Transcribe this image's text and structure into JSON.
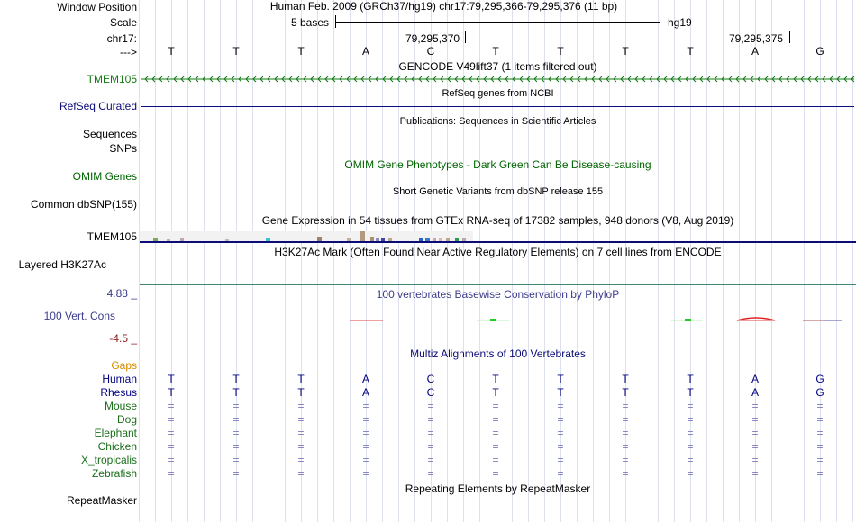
{
  "labels": {
    "window_position": "Window Position",
    "scale": "Scale",
    "chr": "chr17:",
    "arrow": "--->",
    "tmem105": "TMEM105",
    "refseq": "RefSeq Curated",
    "sequences": "Sequences",
    "snps": "SNPs",
    "omim": "OMIM Genes",
    "dbsnp": "Common dbSNP(155)",
    "tmem105_expr": "TMEM105",
    "h3k27ac": "Layered H3K27Ac",
    "cons_max": "4.88 _",
    "cons": "100 Vert. Cons",
    "cons_min": "-4.5 _",
    "gaps": "Gaps",
    "species": [
      "Human",
      "Rhesus",
      "Mouse",
      "Dog",
      "Elephant",
      "Chicken",
      "X_tropicalis",
      "Zebrafish"
    ],
    "repeatmasker": "RepeatMasker"
  },
  "header": {
    "position": "Human Feb. 2009 (GRCh37/hg19)   chr17:79,295,366-79,295,376 (11 bp)",
    "scale_text": "5 bases",
    "assembly": "hg19",
    "coord1": "79,295,370",
    "coord2": "79,295,375"
  },
  "sequence": [
    "T",
    "T",
    "T",
    "A",
    "C",
    "T",
    "T",
    "T",
    "T",
    "A",
    "G"
  ],
  "tracks": {
    "gencode": "GENCODE V49lift37 (1 items filtered out)",
    "refseq": "RefSeq genes from NCBI",
    "publications": "Publications: Sequences in Scientific Articles",
    "omim": "OMIM Gene Phenotypes - Dark Green Can Be Disease-causing",
    "dbsnp": "Short Genetic Variants from dbSNP release 155",
    "gtex": "Gene Expression in 54 tissues from GTEx RNA-seq of 17382 samples, 948 donors (V8, Aug 2019)",
    "h3k27ac": "H3K27Ac Mark (Often Found Near Active Regulatory Elements) on 7 cell lines from ENCODE",
    "phylop": "100 vertebrates Basewise Conservation by PhyloP",
    "multiz": "Multiz Alignments of 100 Vertebrates",
    "repeatmasker": "Repeating Elements by RepeatMasker"
  },
  "alignment": {
    "human": [
      "T",
      "T",
      "T",
      "A",
      "C",
      "T",
      "T",
      "T",
      "T",
      "A",
      "G"
    ],
    "rhesus": [
      "T",
      "T",
      "T",
      "A",
      "C",
      "T",
      "T",
      "T",
      "T",
      "A",
      "G"
    ],
    "others_symbol": "="
  },
  "colors": {
    "label_dark": "#000000",
    "gene_green": "#127a12",
    "refseq_blue": "#0c0c78",
    "omim_green": "#006400",
    "cons_blue": "#3c3c8c",
    "cons_red": "#8c2020",
    "gaps_orange": "#d88a00",
    "species_green": "#1a6e1a",
    "navy": "#000080"
  }
}
